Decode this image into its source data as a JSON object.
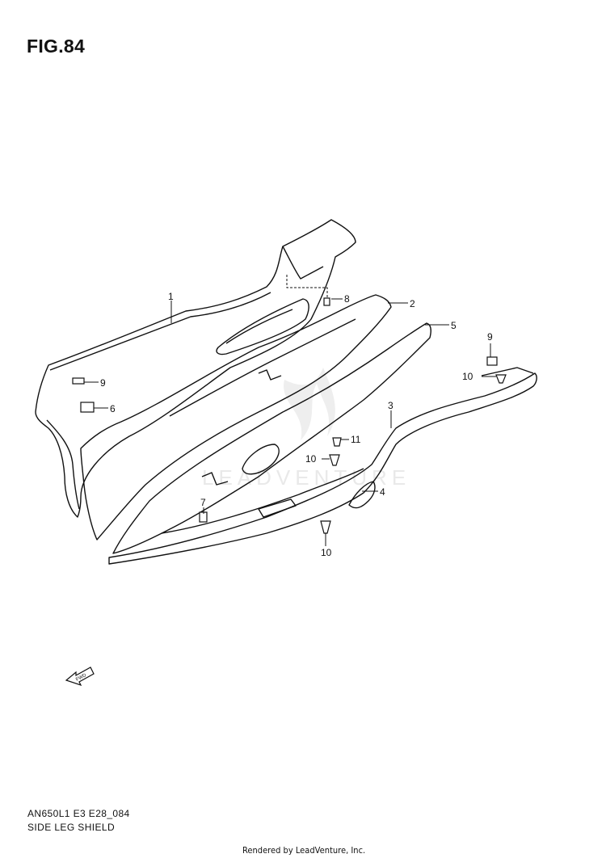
{
  "figure": {
    "title": "FIG.84"
  },
  "callouts": [
    {
      "id": "c1",
      "label": "1"
    },
    {
      "id": "c2",
      "label": "2"
    },
    {
      "id": "c3",
      "label": "3"
    },
    {
      "id": "c4",
      "label": "4"
    },
    {
      "id": "c5",
      "label": "5"
    },
    {
      "id": "c6",
      "label": "6"
    },
    {
      "id": "c7",
      "label": "7"
    },
    {
      "id": "c8",
      "label": "8"
    },
    {
      "id": "c9a",
      "label": "9"
    },
    {
      "id": "c9b",
      "label": "9"
    },
    {
      "id": "c10a",
      "label": "10"
    },
    {
      "id": "c10b",
      "label": "10"
    },
    {
      "id": "c10c",
      "label": "10"
    },
    {
      "id": "c11",
      "label": "11"
    }
  ],
  "watermark": {
    "text": "LEADVENTURE"
  },
  "fwd_badge": {
    "text": "FWD"
  },
  "footer": {
    "model_code": "AN650L1 E3 E28_084",
    "section_name": "SIDE LEG SHIELD",
    "credit": "Rendered by LeadVenture, Inc."
  },
  "colors": {
    "line": "#111111",
    "watermark": "#e9e9e9"
  }
}
